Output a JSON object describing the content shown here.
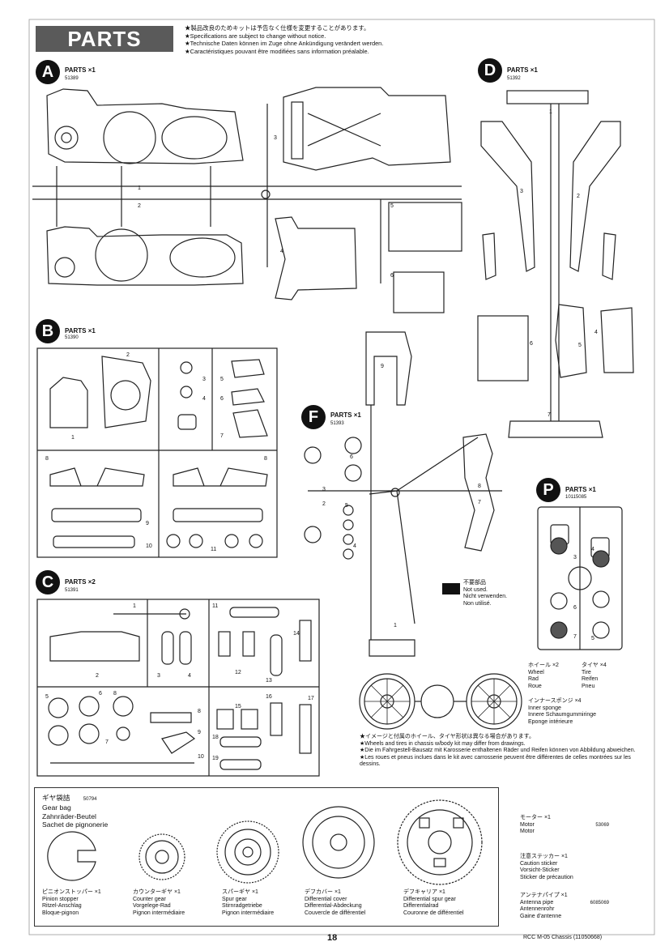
{
  "header": {
    "title": "PARTS",
    "notes": [
      "★製品改良のためキットは予告なく仕様を変更することがあります。",
      "★Specifications are subject to change without notice.",
      "★Technische Daten können im Zuge ohne Ankündigung verändert werden.",
      "★Caractéristiques pouvant être modifiées sans information préalable."
    ]
  },
  "trees": {
    "A": {
      "letter": "A",
      "label": "PARTS ×1",
      "code": "51389"
    },
    "B": {
      "letter": "B",
      "label": "PARTS ×1",
      "code": "51390"
    },
    "C": {
      "letter": "C",
      "label": "PARTS ×2",
      "code": "51391"
    },
    "D": {
      "letter": "D",
      "label": "PARTS ×1",
      "code": "51392"
    },
    "F": {
      "letter": "F",
      "label": "PARTS ×1",
      "code": "51393"
    },
    "P": {
      "letter": "P",
      "label": "PARTS ×1",
      "code": "10115085"
    }
  },
  "not_used": [
    "不要部品",
    "Not used.",
    "Nicht verwenden.",
    "Non utilisé."
  ],
  "wheels": {
    "wheel": [
      "ホイール ×2",
      "Wheel",
      "Rad",
      "Roue"
    ],
    "tire": [
      "タイヤ ×4",
      "Tire",
      "Reifen",
      "Pneu"
    ],
    "sponge": [
      "インナースポンジ ×4",
      "Inner sponge",
      "Innere Schaumgummiringe",
      "Eponge intérieure"
    ],
    "notes": [
      "★イメージと付属のホイール、タイヤ形状は異なる場合があります。",
      "★Wheels and tires in chassis w/body kit may differ from drawings.",
      "★Die im Fahrgestell-Bausatz mit Karosserie enthaltenen Räder und Reifen können von Abbildung abweichen.",
      "★Les roues et pneus inclues dans le kit avec carrosserie peuvent être différentes de celles montrées sur les dessins."
    ]
  },
  "gear_bag": {
    "title": [
      "ギヤ袋詰",
      "Gear bag",
      "Zahnräder-Beutel",
      "Sachet de pignonerie"
    ],
    "code": "50794",
    "items": [
      {
        "lines": [
          "ピニオンストッパー ×1",
          "Pinion stopper",
          "Ritzel-Anschlag",
          "Bloque-pignon"
        ]
      },
      {
        "lines": [
          "カウンターギヤ ×1",
          "Counter gear",
          "Vorgelege-Rad",
          "Pignon intermédiaire"
        ]
      },
      {
        "lines": [
          "スパーギヤ ×1",
          "Spur gear",
          "Stirnradgetriebe",
          "Pignon intermédiaire"
        ]
      },
      {
        "lines": [
          "デフカバー ×1",
          "Differential cover",
          "Differential-Abdeckung",
          "Couvercle de différentiel"
        ]
      },
      {
        "lines": [
          "デフキャリア ×1",
          "Differential spur gear",
          "Differentialrad",
          "Couronne de différentiel"
        ]
      }
    ]
  },
  "extras": {
    "motor": {
      "jp": "モーター ×1",
      "en": "Motor",
      "de": "Motor",
      "code": "53069"
    },
    "sticker": {
      "lines": [
        "注意ステッカー ×1",
        "Caution sticker",
        "Vorsicht-Sticker",
        "Sticker de précaution"
      ]
    },
    "antenna": {
      "lines": [
        "アンテナパイプ ×1",
        "Antenna pipe",
        "Antennenrohr",
        "Gaine d'antenne"
      ],
      "code": "6085069"
    }
  },
  "footer": {
    "page": "18",
    "title": "RCC M-05 Chassis (11050668)"
  }
}
